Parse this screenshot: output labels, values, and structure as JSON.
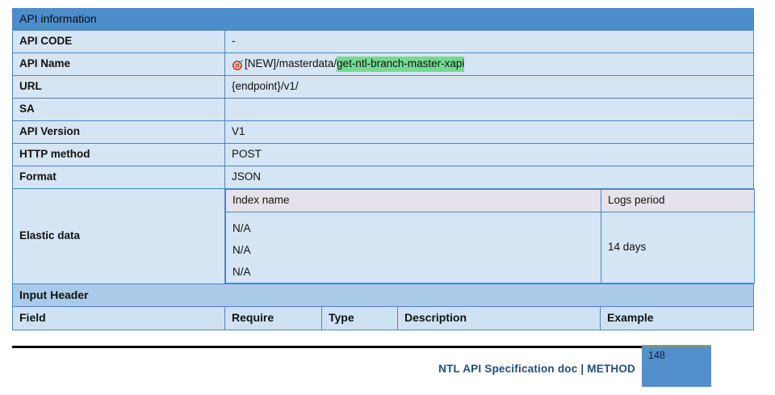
{
  "document": {
    "section_title": "API information"
  },
  "spec_rows": [
    {
      "label": "API CODE",
      "value": "-"
    },
    {
      "label": "API Name",
      "value": ""
    },
    {
      "label": "URL",
      "value": "{endpoint}/v1/"
    },
    {
      "label": "SA",
      "value": ""
    },
    {
      "label": "API Version",
      "value": "V1"
    },
    {
      "label": "HTTP method",
      "value": "POST"
    },
    {
      "label": "Format",
      "value": "JSON"
    }
  ],
  "api_name": {
    "icon": "dart-target-icon",
    "prefix": "[NEW]/masterdata/",
    "highlighted": "get-ntl-branch-master-xapi",
    "highlight_color": "#76D992"
  },
  "elastic_data": {
    "label": "Elastic data",
    "headers": {
      "index_name": "Index name",
      "logs_period": "Logs period"
    },
    "index_names": [
      "N/A",
      "N/A",
      "N/A"
    ],
    "logs_period": "14 days"
  },
  "input_header": {
    "title": "Input Header",
    "columns": [
      "Field",
      "Require",
      "Type",
      "Description",
      "Example"
    ]
  },
  "footer": {
    "text": "NTL API Specification doc | METHOD",
    "page_number": "148",
    "accent_color": "#528FCC"
  }
}
